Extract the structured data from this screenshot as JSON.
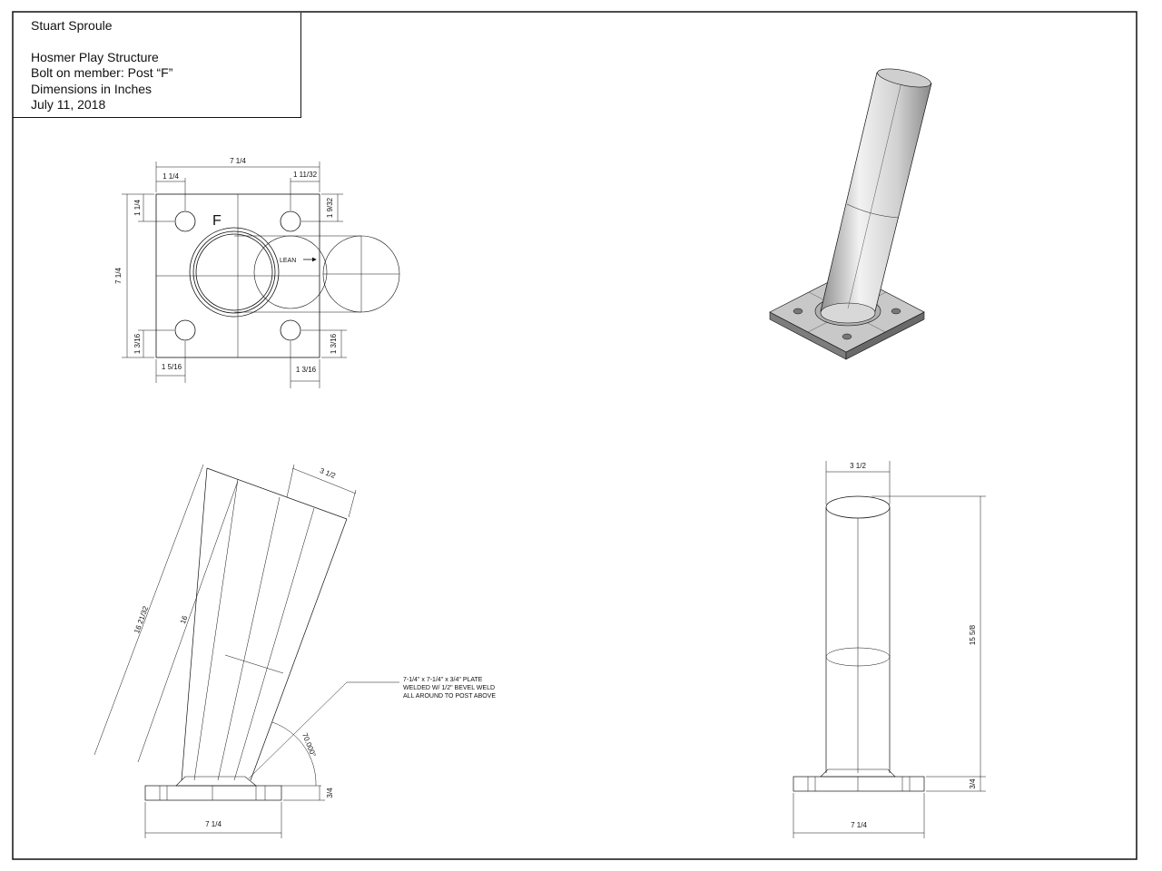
{
  "title_block": {
    "author": "Stuart Sproule",
    "project": "Hosmer Play Structure",
    "member": "Bolt on member: Post “F”",
    "units": "Dimensions in Inches",
    "date": "July 11, 2018"
  },
  "plan_view": {
    "post_letter": "F",
    "lean_label": "LEAN",
    "dim_overall_width": "7 1/4",
    "dim_top_left_hole": "1 1/4",
    "dim_top_right_hole": "1 11/32",
    "dim_left_top": "1 1/4",
    "dim_right_top": "1 9/32",
    "dim_overall_height": "7 1/4",
    "dim_left_bottom": "1 3/16",
    "dim_right_bottom": "1 3/16",
    "dim_bottom_left": "1 5/16",
    "dim_bottom_right": "1 3/16"
  },
  "side_view": {
    "dim_diameter": "3 1/2",
    "dim_long": "16 21/32",
    "dim_short": "16",
    "dim_angle": "70.000°",
    "dim_plate_thickness": "3/4",
    "dim_plate_width": "7 1/4",
    "note_line1": "7-1/4\" x 7-1/4\" x 3/4\" PLATE",
    "note_line2": "WELDED W/ 1/2\" BEVEL WELD",
    "note_line3": "ALL AROUND TO POST ABOVE"
  },
  "front_view": {
    "dim_diameter": "3 1/2",
    "dim_height": "15 5/8",
    "dim_plate_thickness": "3/4",
    "dim_plate_width": "7 1/4"
  },
  "colors": {
    "line": "#111111",
    "post_light": "#e6e6e6",
    "post_dark": "#9a9a9a",
    "plate_top": "#c8c8c8",
    "plate_side": "#7d7d7d"
  }
}
